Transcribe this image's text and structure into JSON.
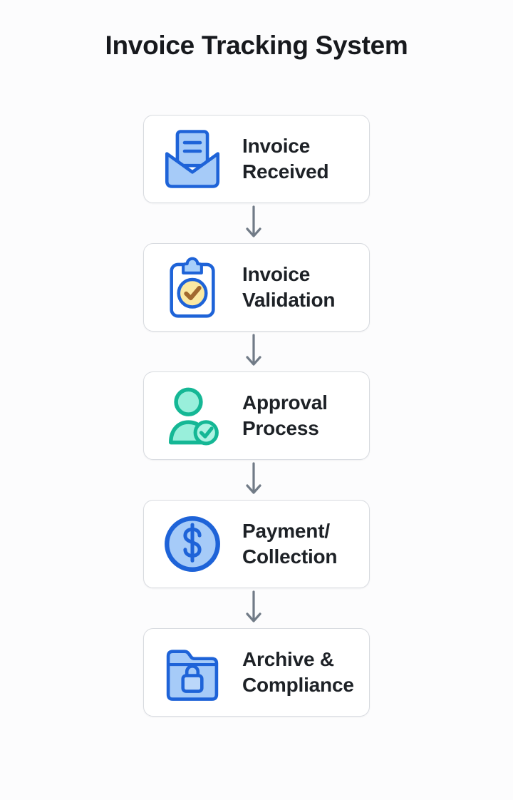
{
  "title": "Invoice Tracking System",
  "flow": {
    "connector_icon": "down-arrow-icon",
    "steps": [
      {
        "icon": "envelope-open-icon",
        "label": "Invoice Received",
        "line1": "Invoice",
        "line2": "Received"
      },
      {
        "icon": "clipboard-check-icon",
        "label": "Invoice Validation",
        "line1": "Invoice",
        "line2": "Validation"
      },
      {
        "icon": "user-check-icon",
        "label": "Approval Process",
        "line1": "Approval",
        "line2": "Process"
      },
      {
        "icon": "dollar-coin-icon",
        "label": "Payment/Collection",
        "line1": "Payment/",
        "line2": "Collection"
      },
      {
        "icon": "folder-lock-icon",
        "label": "Archive & Compliance",
        "line1": "Archive &",
        "line2": "Compliance"
      }
    ]
  },
  "colors": {
    "background": "#FCFCFD",
    "card_background": "#FFFFFF",
    "card_border": "#D8DBE0",
    "title_text": "#17191D",
    "label_text": "#1D2126",
    "arrow": "#717B87",
    "blue_stroke": "#1E63D8",
    "blue_fill": "#A6CBF8",
    "clip_fill": "#A8D0FA",
    "clipboard_fill": "#FFFFFF",
    "yellow_fill": "#FBE9A2",
    "check_brown": "#A1692F",
    "teal_stroke": "#15B795",
    "teal_fill": "#99EFDB",
    "badge_fill": "#AFF3E3",
    "lock_fill": "#BBD7FA"
  }
}
